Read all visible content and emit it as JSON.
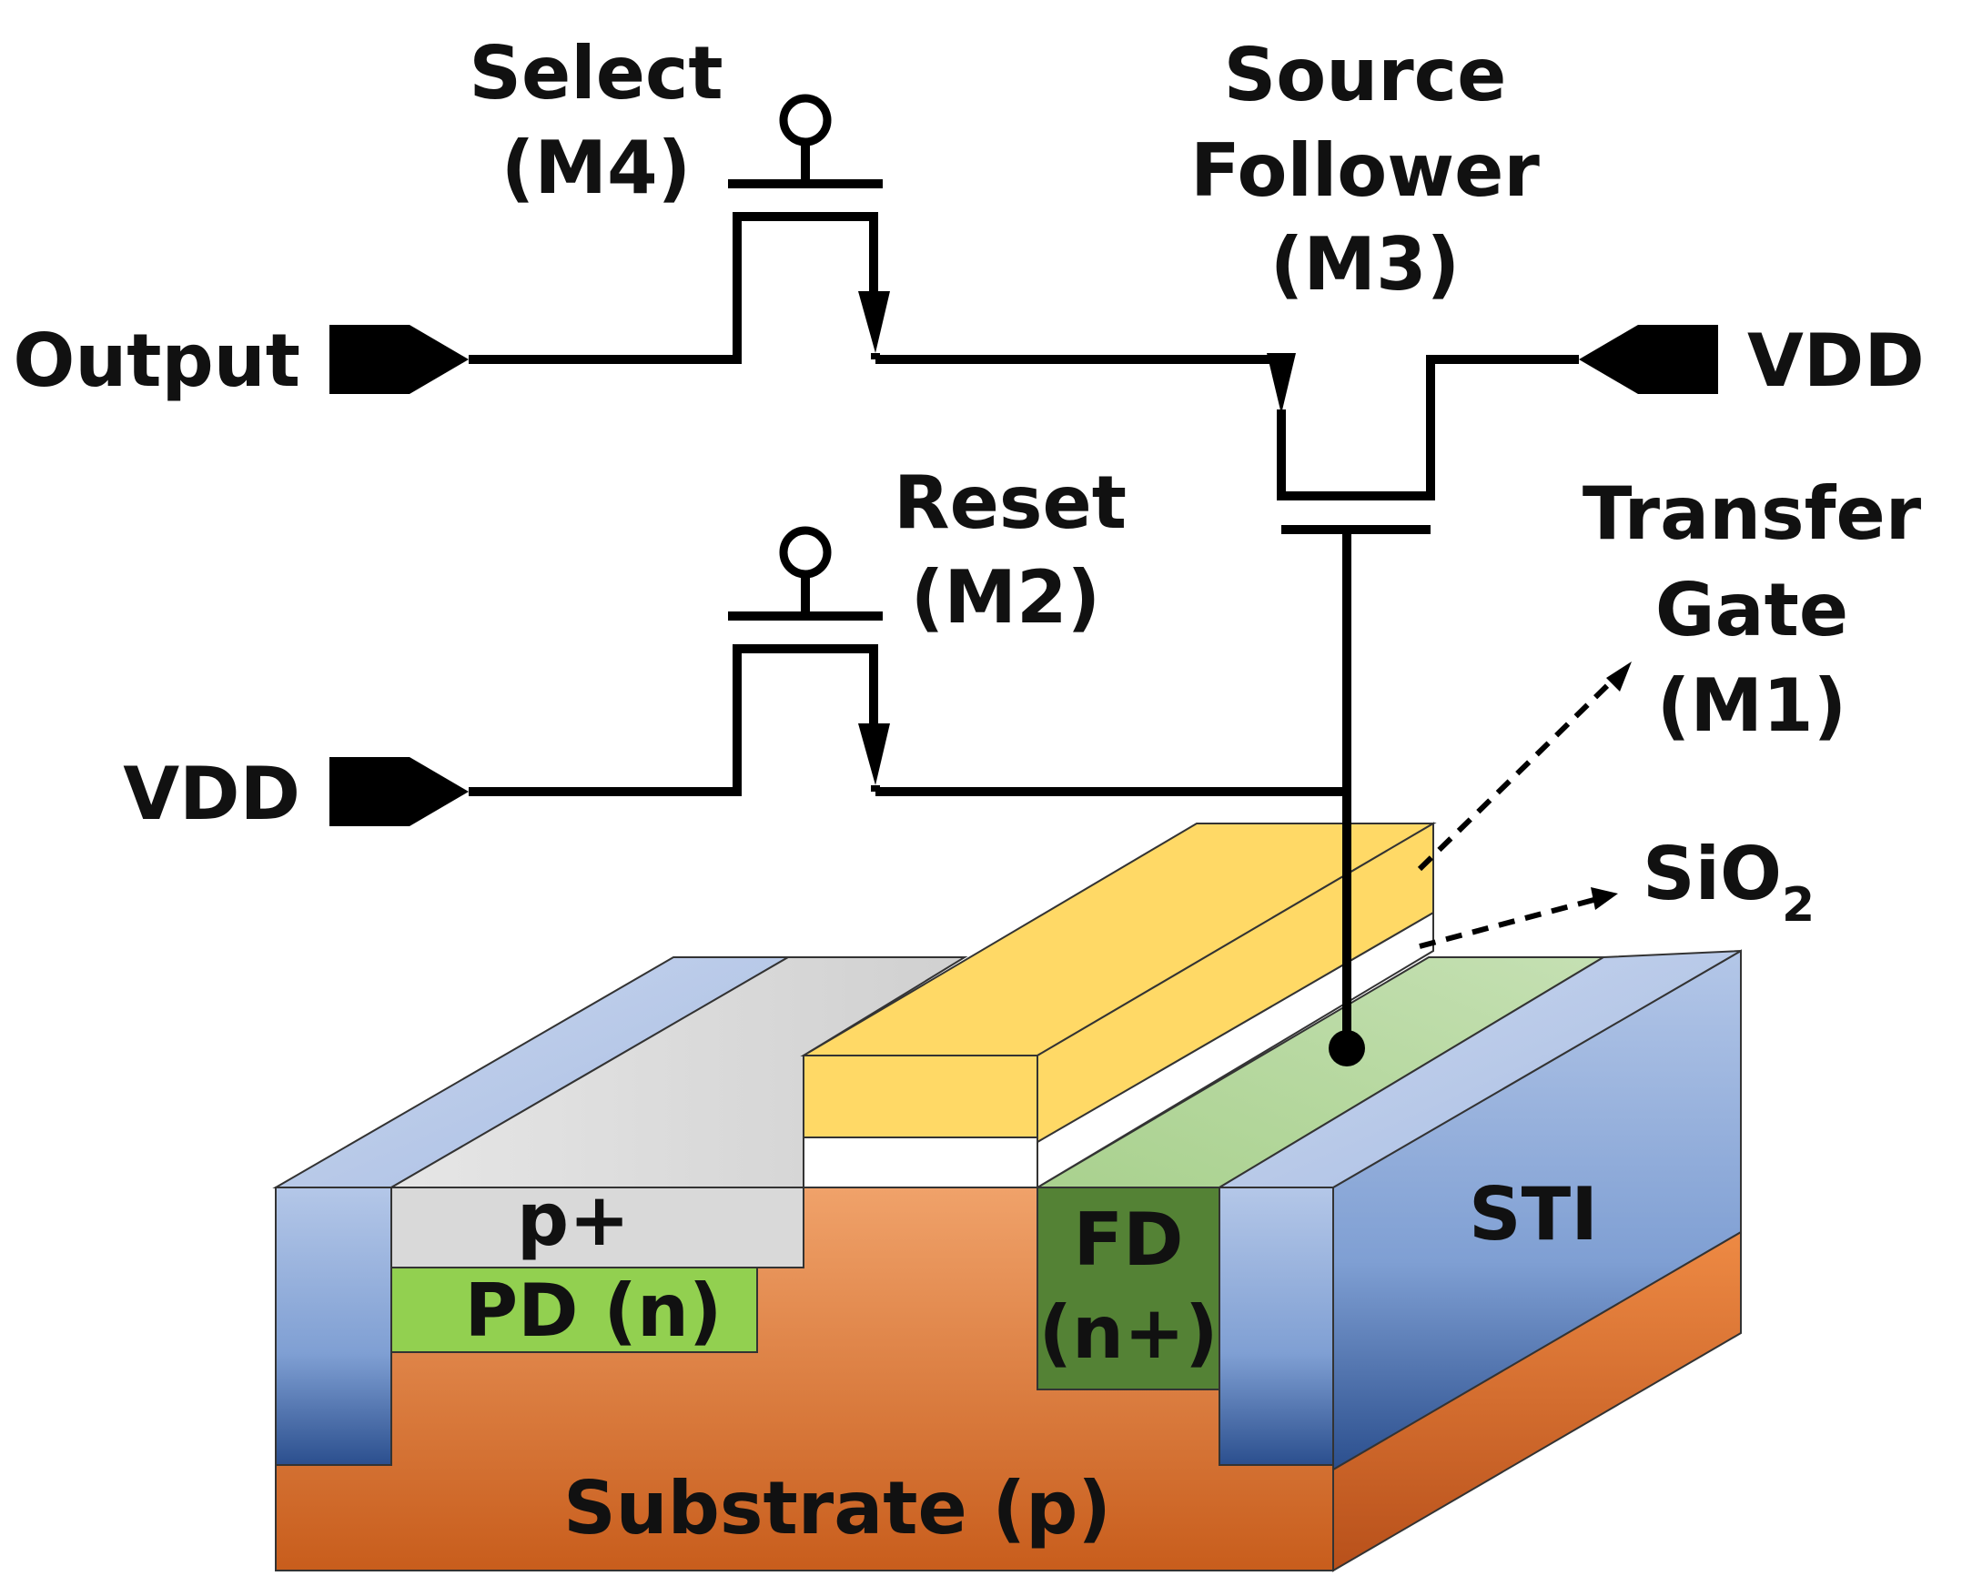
{
  "labels": {
    "select": "Select",
    "select_id": "(M4)",
    "source_follower_1": "Source",
    "source_follower_2": "Follower",
    "source_follower_id": "(M3)",
    "output": "Output",
    "vdd_top": "VDD",
    "reset": "Reset",
    "reset_id": "(M2)",
    "vdd_bottom": "VDD",
    "transfer_gate_1": "Transfer",
    "transfer_gate_2": "Gate",
    "transfer_gate_id": "(M1)",
    "sio2_main": "SiO",
    "sio2_sub": "2",
    "p_plus": "p+",
    "pd": "PD (n)",
    "fd": "FD",
    "fd_type": "(n+)",
    "sti": "STI",
    "substrate": "Substrate (p)"
  },
  "colors": {
    "substrate": "#e98a3f",
    "substrate_dark": "#c65a18",
    "sti": "#9fb6e2",
    "sti_dark": "#2f5597",
    "p_plus": "#d9d9d9",
    "pd": "#92d050",
    "fd": "#548235",
    "fd_top": "#b8d89a",
    "gate": "#ffd966",
    "oxide": "#ffffff"
  }
}
